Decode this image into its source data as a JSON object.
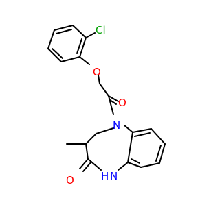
{
  "molecule": {
    "atom_labels": {
      "chlorine": "Cl",
      "ether_oxygen": "O",
      "carbonyl_oxygen": "O",
      "ring_nitrogen": "N",
      "lactam_oxygen": "O",
      "lactam_nitrogen_h": "H",
      "lactam_nitrogen": "N"
    }
  },
  "colors": {
    "bond": "#000000",
    "oxygen": "#ff0000",
    "nitrogen": "#0000ff",
    "chlorine": "#00a000",
    "background": "#ffffff"
  }
}
